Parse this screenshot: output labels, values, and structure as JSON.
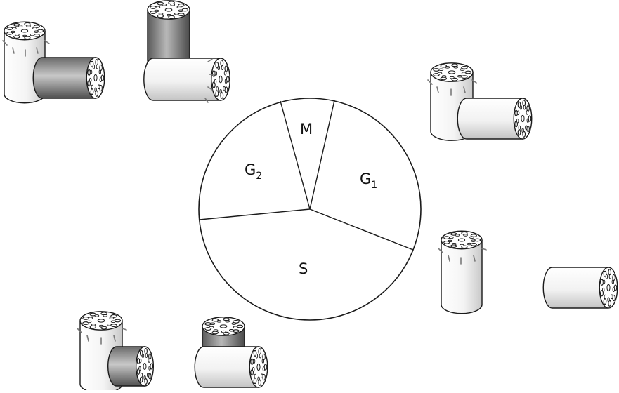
{
  "cycle": {
    "phases": [
      {
        "key": "M",
        "label": "M",
        "sub": ""
      },
      {
        "key": "G1",
        "label": "G",
        "sub": "1"
      },
      {
        "key": "S",
        "label": "S",
        "sub": ""
      },
      {
        "key": "G2",
        "label": "G",
        "sub": "2"
      }
    ]
  },
  "icons": {
    "centriole_pair": "centriole-pair-icon",
    "single_centriole": "centriole-icon"
  },
  "colors": {
    "outline": "#1a1a1a",
    "cylinder_light": "#f2f2f2",
    "cylinder_dark": "#6e6e6e",
    "tick": "#7a7a7a"
  }
}
